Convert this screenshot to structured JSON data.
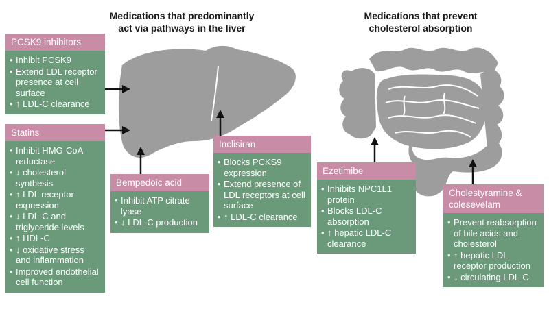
{
  "headings": {
    "liver": "Medications that predominantly act via pathways in the liver",
    "gut": "Medications that prevent cholesterol absorption"
  },
  "boxes": {
    "pcsk9": {
      "title": "PCSK9 inhibitors",
      "items": [
        "Inhibit PCSK9",
        "Extend LDL receptor presence at cell surface",
        "↑ LDL-C clearance"
      ]
    },
    "statins": {
      "title": "Statins",
      "items": [
        "Inhibit HMG-CoA reductase",
        "↓ cholesterol synthesis",
        "↑ LDL receptor expression",
        "↓ LDL-C and triglyceride levels",
        "↑ HDL-C",
        "↓ oxidative stress and inflammation",
        "Improved endothelial cell function"
      ]
    },
    "bempedoic": {
      "title": "Bempedoic acid",
      "items": [
        "Inhibit ATP citrate lyase",
        "↓ LDL-C production"
      ]
    },
    "inclisiran": {
      "title": "Inclisiran",
      "items": [
        "Blocks PCKS9 expression",
        "Extend presence of LDL receptors at cell surface",
        "↑ LDL-C clearance"
      ]
    },
    "ezetimibe": {
      "title": "Ezetimibe",
      "items": [
        "Inhibits NPC1L1 protein",
        "Blocks LDL-C absorption",
        "↑ hepatic LDL-C clearance"
      ]
    },
    "cholestyramine": {
      "title": "Cholestyramine & colesevelam",
      "items": [
        "Prevent reabsorption of bile acids and cholesterol",
        "↑ hepatic LDL receptor production",
        "↓ circulating LDL-C"
      ]
    }
  },
  "colors": {
    "title_bg": "#c98ca6",
    "body_bg": "#6b9a7b",
    "organ": "#9d9d9d",
    "arrow": "#111111"
  },
  "icons": [
    "liver-icon",
    "intestine-icon"
  ]
}
